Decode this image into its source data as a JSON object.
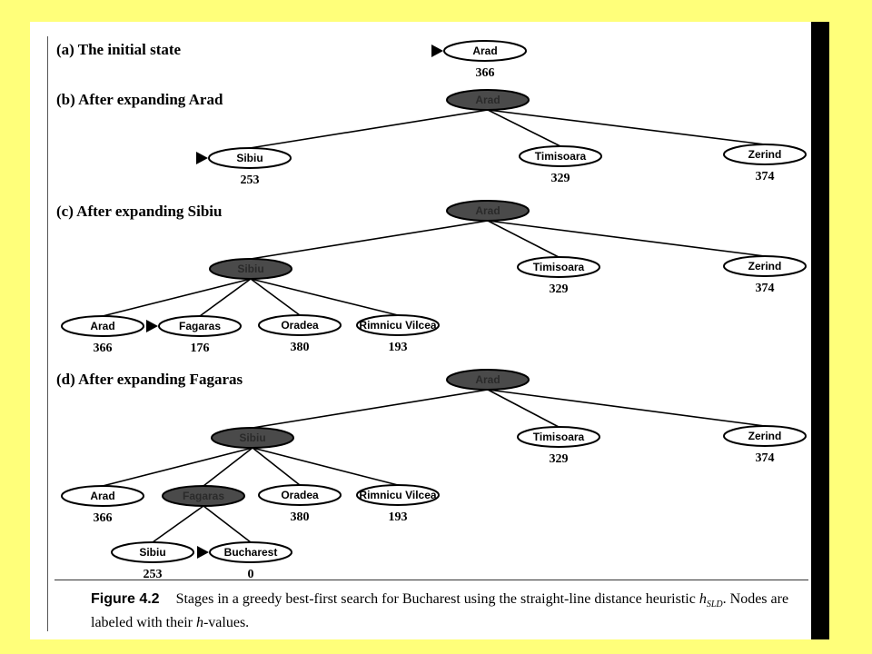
{
  "panels": [
    {
      "label": "(a) The initial state"
    },
    {
      "label": "(b) After expanding Arad"
    },
    {
      "label": "(c) After expanding Sibiu"
    },
    {
      "label": "(d) After expanding Fagaras"
    }
  ],
  "nodes": {
    "a": [
      {
        "id": "a-arad",
        "name": "Arad",
        "h": "366",
        "expanded": false,
        "current": true
      }
    ],
    "b": [
      {
        "id": "b-arad",
        "name": "Arad",
        "h": "",
        "expanded": true,
        "current": false
      },
      {
        "id": "b-sibiu",
        "name": "Sibiu",
        "h": "253",
        "expanded": false,
        "current": true
      },
      {
        "id": "b-timisoara",
        "name": "Timisoara",
        "h": "329",
        "expanded": false,
        "current": false
      },
      {
        "id": "b-zerind",
        "name": "Zerind",
        "h": "374",
        "expanded": false,
        "current": false
      }
    ],
    "c": [
      {
        "id": "c-arad-root",
        "name": "Arad",
        "h": "",
        "expanded": true,
        "current": false
      },
      {
        "id": "c-sibiu",
        "name": "Sibiu",
        "h": "",
        "expanded": true,
        "current": false
      },
      {
        "id": "c-timisoara",
        "name": "Timisoara",
        "h": "329",
        "expanded": false,
        "current": false
      },
      {
        "id": "c-zerind",
        "name": "Zerind",
        "h": "374",
        "expanded": false,
        "current": false
      },
      {
        "id": "c-arad",
        "name": "Arad",
        "h": "366",
        "expanded": false,
        "current": false
      },
      {
        "id": "c-fagaras",
        "name": "Fagaras",
        "h": "176",
        "expanded": false,
        "current": true
      },
      {
        "id": "c-oradea",
        "name": "Oradea",
        "h": "380",
        "expanded": false,
        "current": false
      },
      {
        "id": "c-rimnicu",
        "name": "Rimnicu Vilcea",
        "h": "193",
        "expanded": false,
        "current": false
      }
    ],
    "d": [
      {
        "id": "d-arad-root",
        "name": "Arad",
        "h": "",
        "expanded": true,
        "current": false
      },
      {
        "id": "d-sibiu",
        "name": "Sibiu",
        "h": "",
        "expanded": true,
        "current": false
      },
      {
        "id": "d-timisoara",
        "name": "Timisoara",
        "h": "329",
        "expanded": false,
        "current": false
      },
      {
        "id": "d-zerind",
        "name": "Zerind",
        "h": "374",
        "expanded": false,
        "current": false
      },
      {
        "id": "d-arad",
        "name": "Arad",
        "h": "366",
        "expanded": false,
        "current": false
      },
      {
        "id": "d-fagaras",
        "name": "Fagaras",
        "h": "",
        "expanded": true,
        "current": false
      },
      {
        "id": "d-oradea",
        "name": "Oradea",
        "h": "380",
        "expanded": false,
        "current": false
      },
      {
        "id": "d-rimnicu",
        "name": "Rimnicu Vilcea",
        "h": "193",
        "expanded": false,
        "current": false
      },
      {
        "id": "d-sibiu2",
        "name": "Sibiu",
        "h": "253",
        "expanded": false,
        "current": false
      },
      {
        "id": "d-bucharest",
        "name": "Bucharest",
        "h": "0",
        "expanded": false,
        "current": true
      }
    ]
  },
  "edges": {
    "b": [
      [
        "b-arad",
        "b-sibiu"
      ],
      [
        "b-arad",
        "b-timisoara"
      ],
      [
        "b-arad",
        "b-zerind"
      ]
    ],
    "c": [
      [
        "c-arad-root",
        "c-sibiu"
      ],
      [
        "c-arad-root",
        "c-timisoara"
      ],
      [
        "c-arad-root",
        "c-zerind"
      ],
      [
        "c-sibiu",
        "c-arad"
      ],
      [
        "c-sibiu",
        "c-fagaras"
      ],
      [
        "c-sibiu",
        "c-oradea"
      ],
      [
        "c-sibiu",
        "c-rimnicu"
      ]
    ],
    "d": [
      [
        "d-arad-root",
        "d-sibiu"
      ],
      [
        "d-arad-root",
        "d-timisoara"
      ],
      [
        "d-arad-root",
        "d-zerind"
      ],
      [
        "d-sibiu",
        "d-arad"
      ],
      [
        "d-sibiu",
        "d-fagaras"
      ],
      [
        "d-sibiu",
        "d-oradea"
      ],
      [
        "d-sibiu",
        "d-rimnicu"
      ],
      [
        "d-fagaras",
        "d-sibiu2"
      ],
      [
        "d-fagaras",
        "d-bucharest"
      ]
    ]
  },
  "caption": {
    "figure": "Figure 4.2",
    "text_1": "Stages in a greedy best-first search for Bucharest using the straight-line distance heuristic ",
    "math_h": "h",
    "math_sub": "SLD",
    "text_2": ". Nodes are labeled with their ",
    "text_3": "-values."
  },
  "colors": {
    "background": "#ffff7a",
    "page": "#ffffff",
    "expanded_fill": "#4a4a4a",
    "outline": "#000000"
  }
}
